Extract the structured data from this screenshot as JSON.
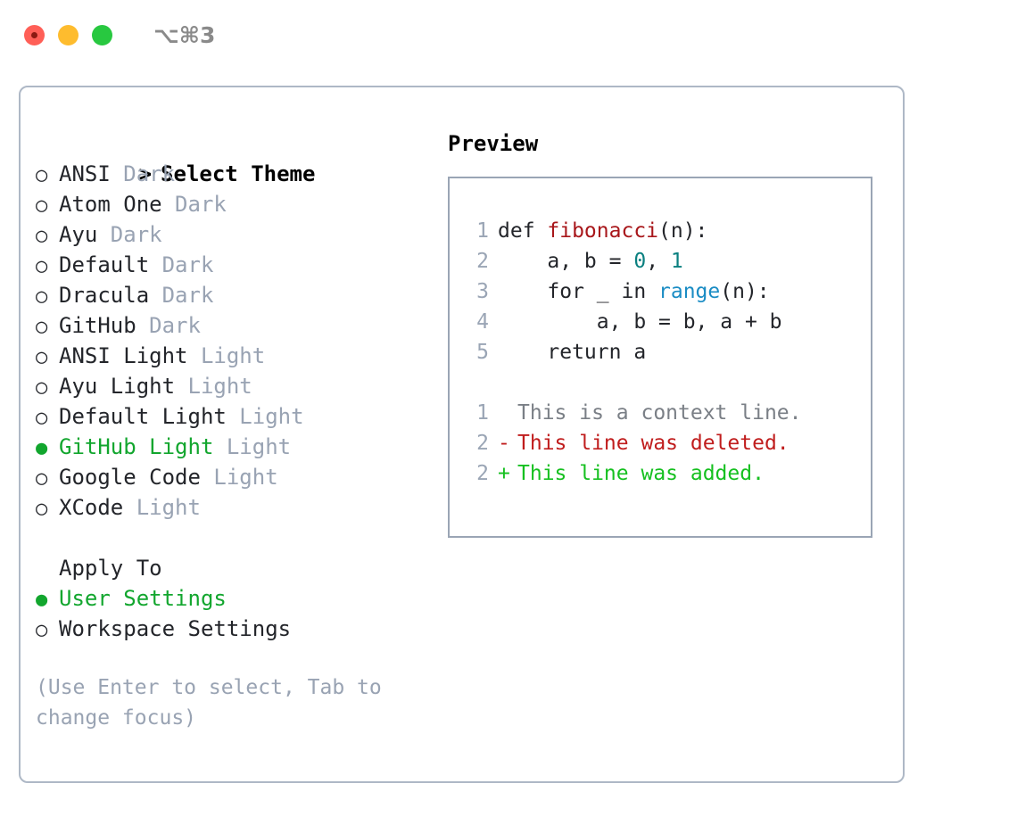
{
  "titlebar": {
    "shortcut": "⌥⌘3",
    "lights": [
      "close",
      "minimize",
      "maximize"
    ]
  },
  "left": {
    "heading": {
      "caret": ">",
      "label": "Select Theme"
    },
    "themes": [
      {
        "bullet": "○",
        "name": "ANSI",
        "suffix": "Dark",
        "selected": false
      },
      {
        "bullet": "○",
        "name": "Atom One",
        "suffix": "Dark",
        "selected": false
      },
      {
        "bullet": "○",
        "name": "Ayu",
        "suffix": "Dark",
        "selected": false
      },
      {
        "bullet": "○",
        "name": "Default",
        "suffix": "Dark",
        "selected": false
      },
      {
        "bullet": "○",
        "name": "Dracula",
        "suffix": "Dark",
        "selected": false
      },
      {
        "bullet": "○",
        "name": "GitHub",
        "suffix": "Dark",
        "selected": false
      },
      {
        "bullet": "○",
        "name": "ANSI Light",
        "suffix": "Light",
        "selected": false
      },
      {
        "bullet": "○",
        "name": "Ayu Light",
        "suffix": "Light",
        "selected": false
      },
      {
        "bullet": "○",
        "name": "Default Light",
        "suffix": "Light",
        "selected": false
      },
      {
        "bullet": "●",
        "name": "GitHub Light",
        "suffix": "Light",
        "selected": true
      },
      {
        "bullet": "○",
        "name": "Google Code",
        "suffix": "Light",
        "selected": false
      },
      {
        "bullet": "○",
        "name": "XCode",
        "suffix": "Light",
        "selected": false
      }
    ],
    "apply_to": {
      "title": "Apply To",
      "options": [
        {
          "bullet": "●",
          "label": "User Settings",
          "selected": true
        },
        {
          "bullet": "○",
          "label": "Workspace Settings",
          "selected": false
        }
      ]
    },
    "hint": "(Use Enter to select, Tab to change focus)"
  },
  "right": {
    "title": "Preview",
    "code": [
      {
        "ln": "1",
        "tokens": [
          {
            "t": "def ",
            "c": "plain"
          },
          {
            "t": "fibonacci",
            "c": "fn"
          },
          {
            "t": "(n):",
            "c": "plain"
          }
        ]
      },
      {
        "ln": "2",
        "tokens": [
          {
            "t": "    a, b = ",
            "c": "plain"
          },
          {
            "t": "0",
            "c": "num"
          },
          {
            "t": ", ",
            "c": "plain"
          },
          {
            "t": "1",
            "c": "num"
          }
        ]
      },
      {
        "ln": "3",
        "tokens": [
          {
            "t": "    for _ in ",
            "c": "plain"
          },
          {
            "t": "range",
            "c": "call"
          },
          {
            "t": "(n):",
            "c": "plain"
          }
        ]
      },
      {
        "ln": "4",
        "tokens": [
          {
            "t": "        a, b = b, a + b",
            "c": "plain"
          }
        ]
      },
      {
        "ln": "5",
        "tokens": [
          {
            "t": "    return a",
            "c": "plain"
          }
        ]
      }
    ],
    "diff": [
      {
        "ln": "1",
        "mark": " ",
        "text": "This is a context line.",
        "kind": "context"
      },
      {
        "ln": "2",
        "mark": "-",
        "text": "This line was deleted.",
        "kind": "del"
      },
      {
        "ln": "2",
        "mark": "+",
        "text": "This line was added.",
        "kind": "add"
      }
    ]
  },
  "colors": {
    "green": "#12a62e",
    "muted": "#99a3b3",
    "border": "#aeb8c6",
    "preview_border": "#9aa5b5",
    "fn_red": "#a8171b",
    "num_teal": "#0b8080",
    "call_blue": "#1a8cc4",
    "diff_del": "#c01d1d",
    "diff_add": "#16c020",
    "diff_context": "#7a7f86"
  }
}
